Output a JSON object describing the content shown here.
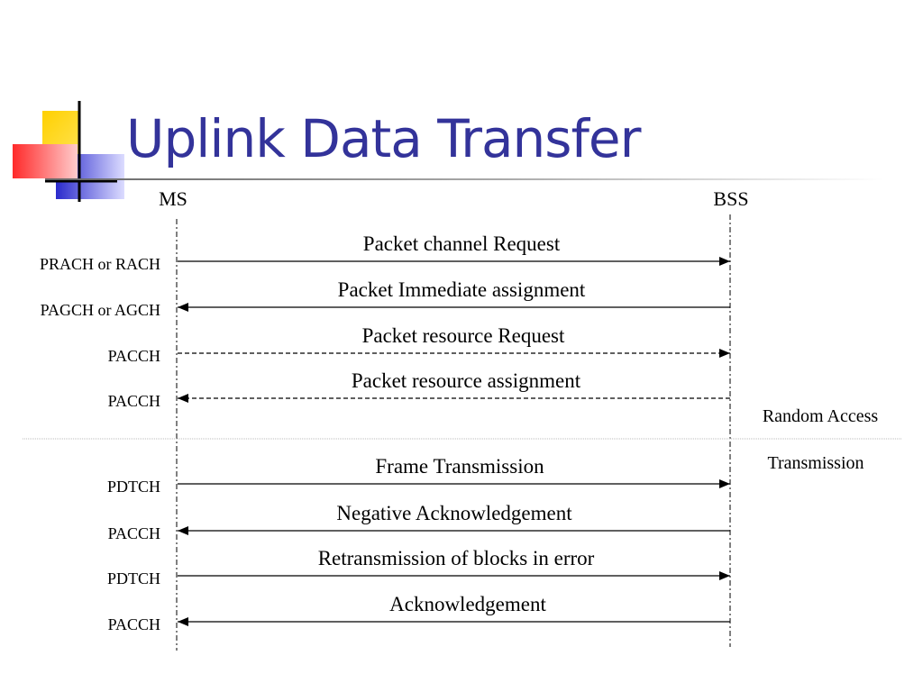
{
  "slide": {
    "title": "Uplink Data Transfer",
    "colors": {
      "title": "#33339a",
      "square_yellow": "#ffd400",
      "square_blue": "#3333cc",
      "square_red": "#ff3333",
      "line": "#000000",
      "divider": "#bbbbbb"
    }
  },
  "diagram": {
    "entities": {
      "left": "MS",
      "right": "BSS"
    },
    "messages": [
      {
        "label": "Packet channel Request",
        "channel": "PRACH or RACH",
        "direction": "to-right",
        "style": "solid"
      },
      {
        "label": "Packet Immediate assignment",
        "channel": "PAGCH or AGCH",
        "direction": "to-left",
        "style": "solid"
      },
      {
        "label": "Packet resource Request",
        "channel": "PACCH",
        "direction": "to-right",
        "style": "dashed"
      },
      {
        "label": "Packet resource assignment",
        "channel": "PACCH",
        "direction": "to-left",
        "style": "dashed"
      },
      {
        "label": "Frame Transmission",
        "channel": "PDTCH",
        "direction": "to-right",
        "style": "solid"
      },
      {
        "label": "Negative Acknowledgement",
        "channel": "PACCH",
        "direction": "to-left",
        "style": "solid"
      },
      {
        "label": "Retransmission of blocks in error",
        "channel": "PDTCH",
        "direction": "to-right",
        "style": "solid"
      },
      {
        "label": "Acknowledgement",
        "channel": "PACCH",
        "direction": "to-left",
        "style": "solid"
      }
    ],
    "phases": {
      "upper": "Random Access",
      "lower": "Transmission"
    }
  }
}
